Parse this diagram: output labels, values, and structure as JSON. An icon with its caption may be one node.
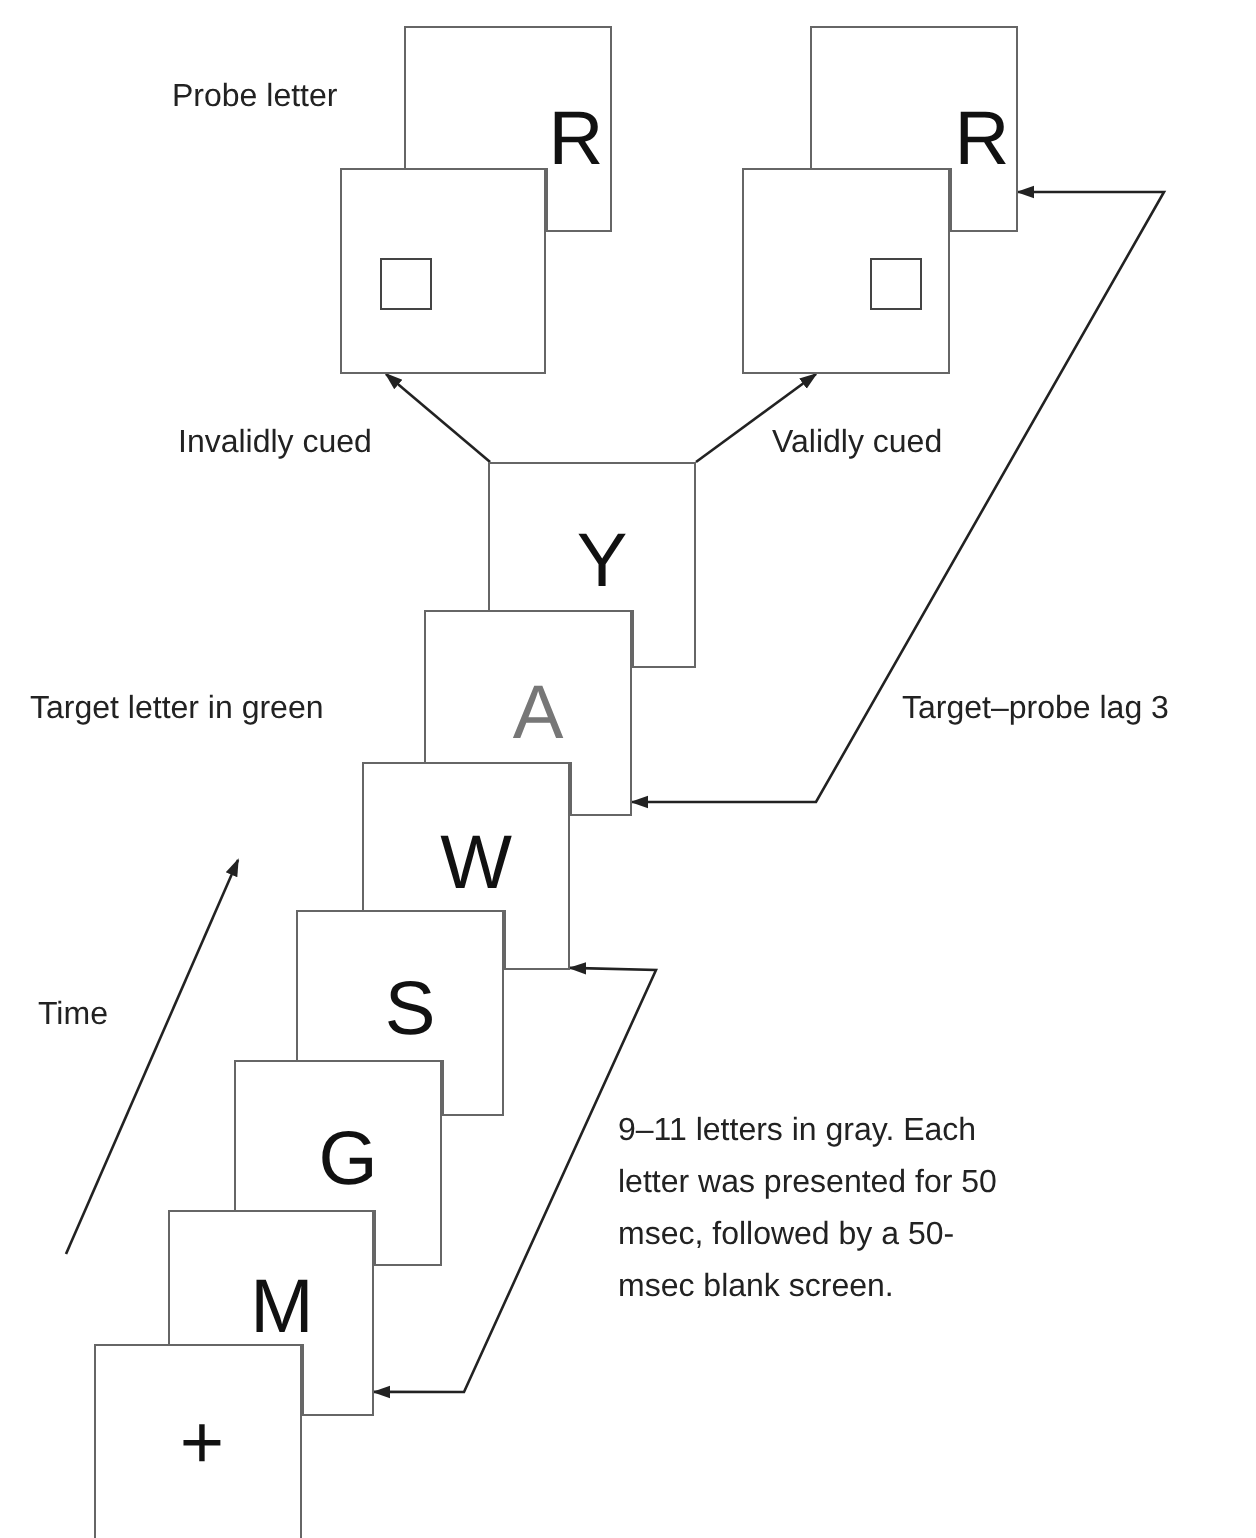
{
  "diagram": {
    "nodes": [
      {
        "text": [
          "R"
        ]
      },
      {
        "text": [],
        "shape": "box"
      },
      {
        "text": [
          "R"
        ]
      },
      {
        "text": [],
        "shape": "box"
      },
      {
        "text": [
          "Y"
        ]
      },
      {
        "text": [
          "A"
        ]
      },
      {
        "text": [
          "W"
        ]
      },
      {
        "text": [
          "S"
        ]
      },
      {
        "text": [
          "G"
        ]
      },
      {
        "text": [
          "M"
        ]
      },
      {
        "text": [
          "+"
        ]
      }
    ],
    "edges": [
      {
        "from": 4,
        "to": 1,
        "arrow": "to",
        "label": "Invalidly cued"
      },
      {
        "from": 4,
        "to": 3,
        "arrow": "to",
        "label": "Validly cued"
      },
      {
        "from": 5,
        "to": 2,
        "arrow": "both",
        "label": "Target–probe lag 3"
      },
      {
        "from": 9,
        "to": 6,
        "arrow": "both",
        "label": "9–11 letters in gray. Each letter was presented for 50 msec, followed by a 50-msec blank screen."
      }
    ],
    "labels": [
      "Probe letter",
      "Target letter in green",
      "Time"
    ]
  }
}
